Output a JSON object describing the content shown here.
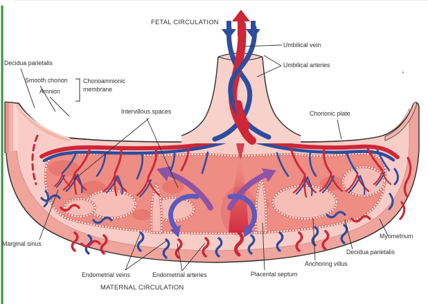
{
  "titles": {
    "fetal": "FETAL CIRCULATION",
    "maternal": "MATERNAL CIRCULATION"
  },
  "labels": {
    "decidua_parietalis_top": "Decidua parietalis",
    "smooth_chorion": "Smooth chorion",
    "amnion": "Amnion",
    "chorioamnionic_line1": "Chorioamnionic",
    "chorioamnionic_line2": "membrane",
    "intervillous_spaces": "Intervillous spaces",
    "umbilical_vein": "Umbilical vein",
    "umbilical_arteries": "Umbilical arteries",
    "chorionic_plate": "Chorionic plate",
    "marginal_sinus": "Marginal sinus",
    "myometrium": "Myometrium",
    "decidua_parietalis_bottom": "Decidua parietalis",
    "anchoring_villus": "Anchoring villus",
    "placental_septum": "Placental septum",
    "endometrial_veins": "Endometrial veins",
    "endometrial_arteries": "Endometrial arteries"
  },
  "marks": {
    "asterisk": "*"
  },
  "colors": {
    "green_border": "#3d9742",
    "text": "#2e2e2e",
    "outline": "#2b2b2b",
    "red_vessel": "#ce2737",
    "blue_vessel": "#2e4d9e",
    "purple_arrow": "#8f53a5",
    "indigo_arrow": "#5e59bd",
    "myometrium": "#efa49c",
    "decidua": "#f8cdc7",
    "intervillous": "#ee8d84",
    "villus_pale": "#f6beb6",
    "cord_flesh": "#f7d2ca"
  }
}
